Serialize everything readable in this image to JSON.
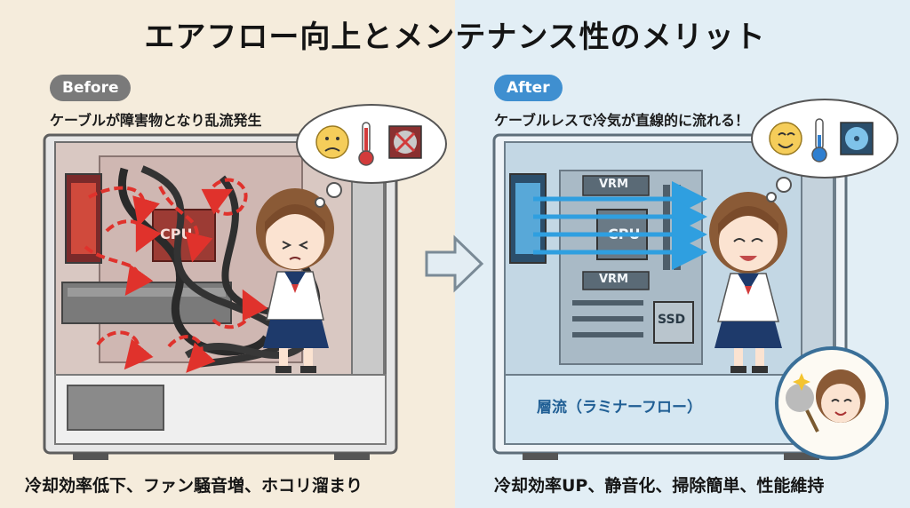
{
  "title": "エアフロー向上とメンテナンス性のメリット",
  "before": {
    "badge": "Before",
    "subtitle": "ケーブルが障害物となり乱流発生",
    "cpu_label": "CPU",
    "bottom_text": "冷却効率低下、ファン騒音増、ホコリ溜まり",
    "thought_icons": [
      "sad-face-icon",
      "hot-thermometer-icon",
      "stalled-fan-icon"
    ]
  },
  "after": {
    "badge": "After",
    "subtitle": "ケーブルレスで冷気が直線的に流れる！",
    "vrm_top": "VRM",
    "cpu_label": "CPU",
    "vrm_bottom": "VRM",
    "ssd_label": "SSD",
    "laminar_label": "層流（ラミナーフロー）",
    "bottom_text": "冷却効率UP、静音化、掃除簡単、性能維持",
    "thought_icons": [
      "happy-face-icon",
      "cool-thermometer-icon",
      "spinning-fan-icon"
    ]
  },
  "colors": {
    "before_bg": "#f5ecdc",
    "after_bg": "#e2eef5",
    "turbulent_arrow": "#e0322c",
    "laminar_arrow": "#2f9fe0",
    "before_badge": "#7a7a7a",
    "after_badge": "#3f8fd0"
  }
}
